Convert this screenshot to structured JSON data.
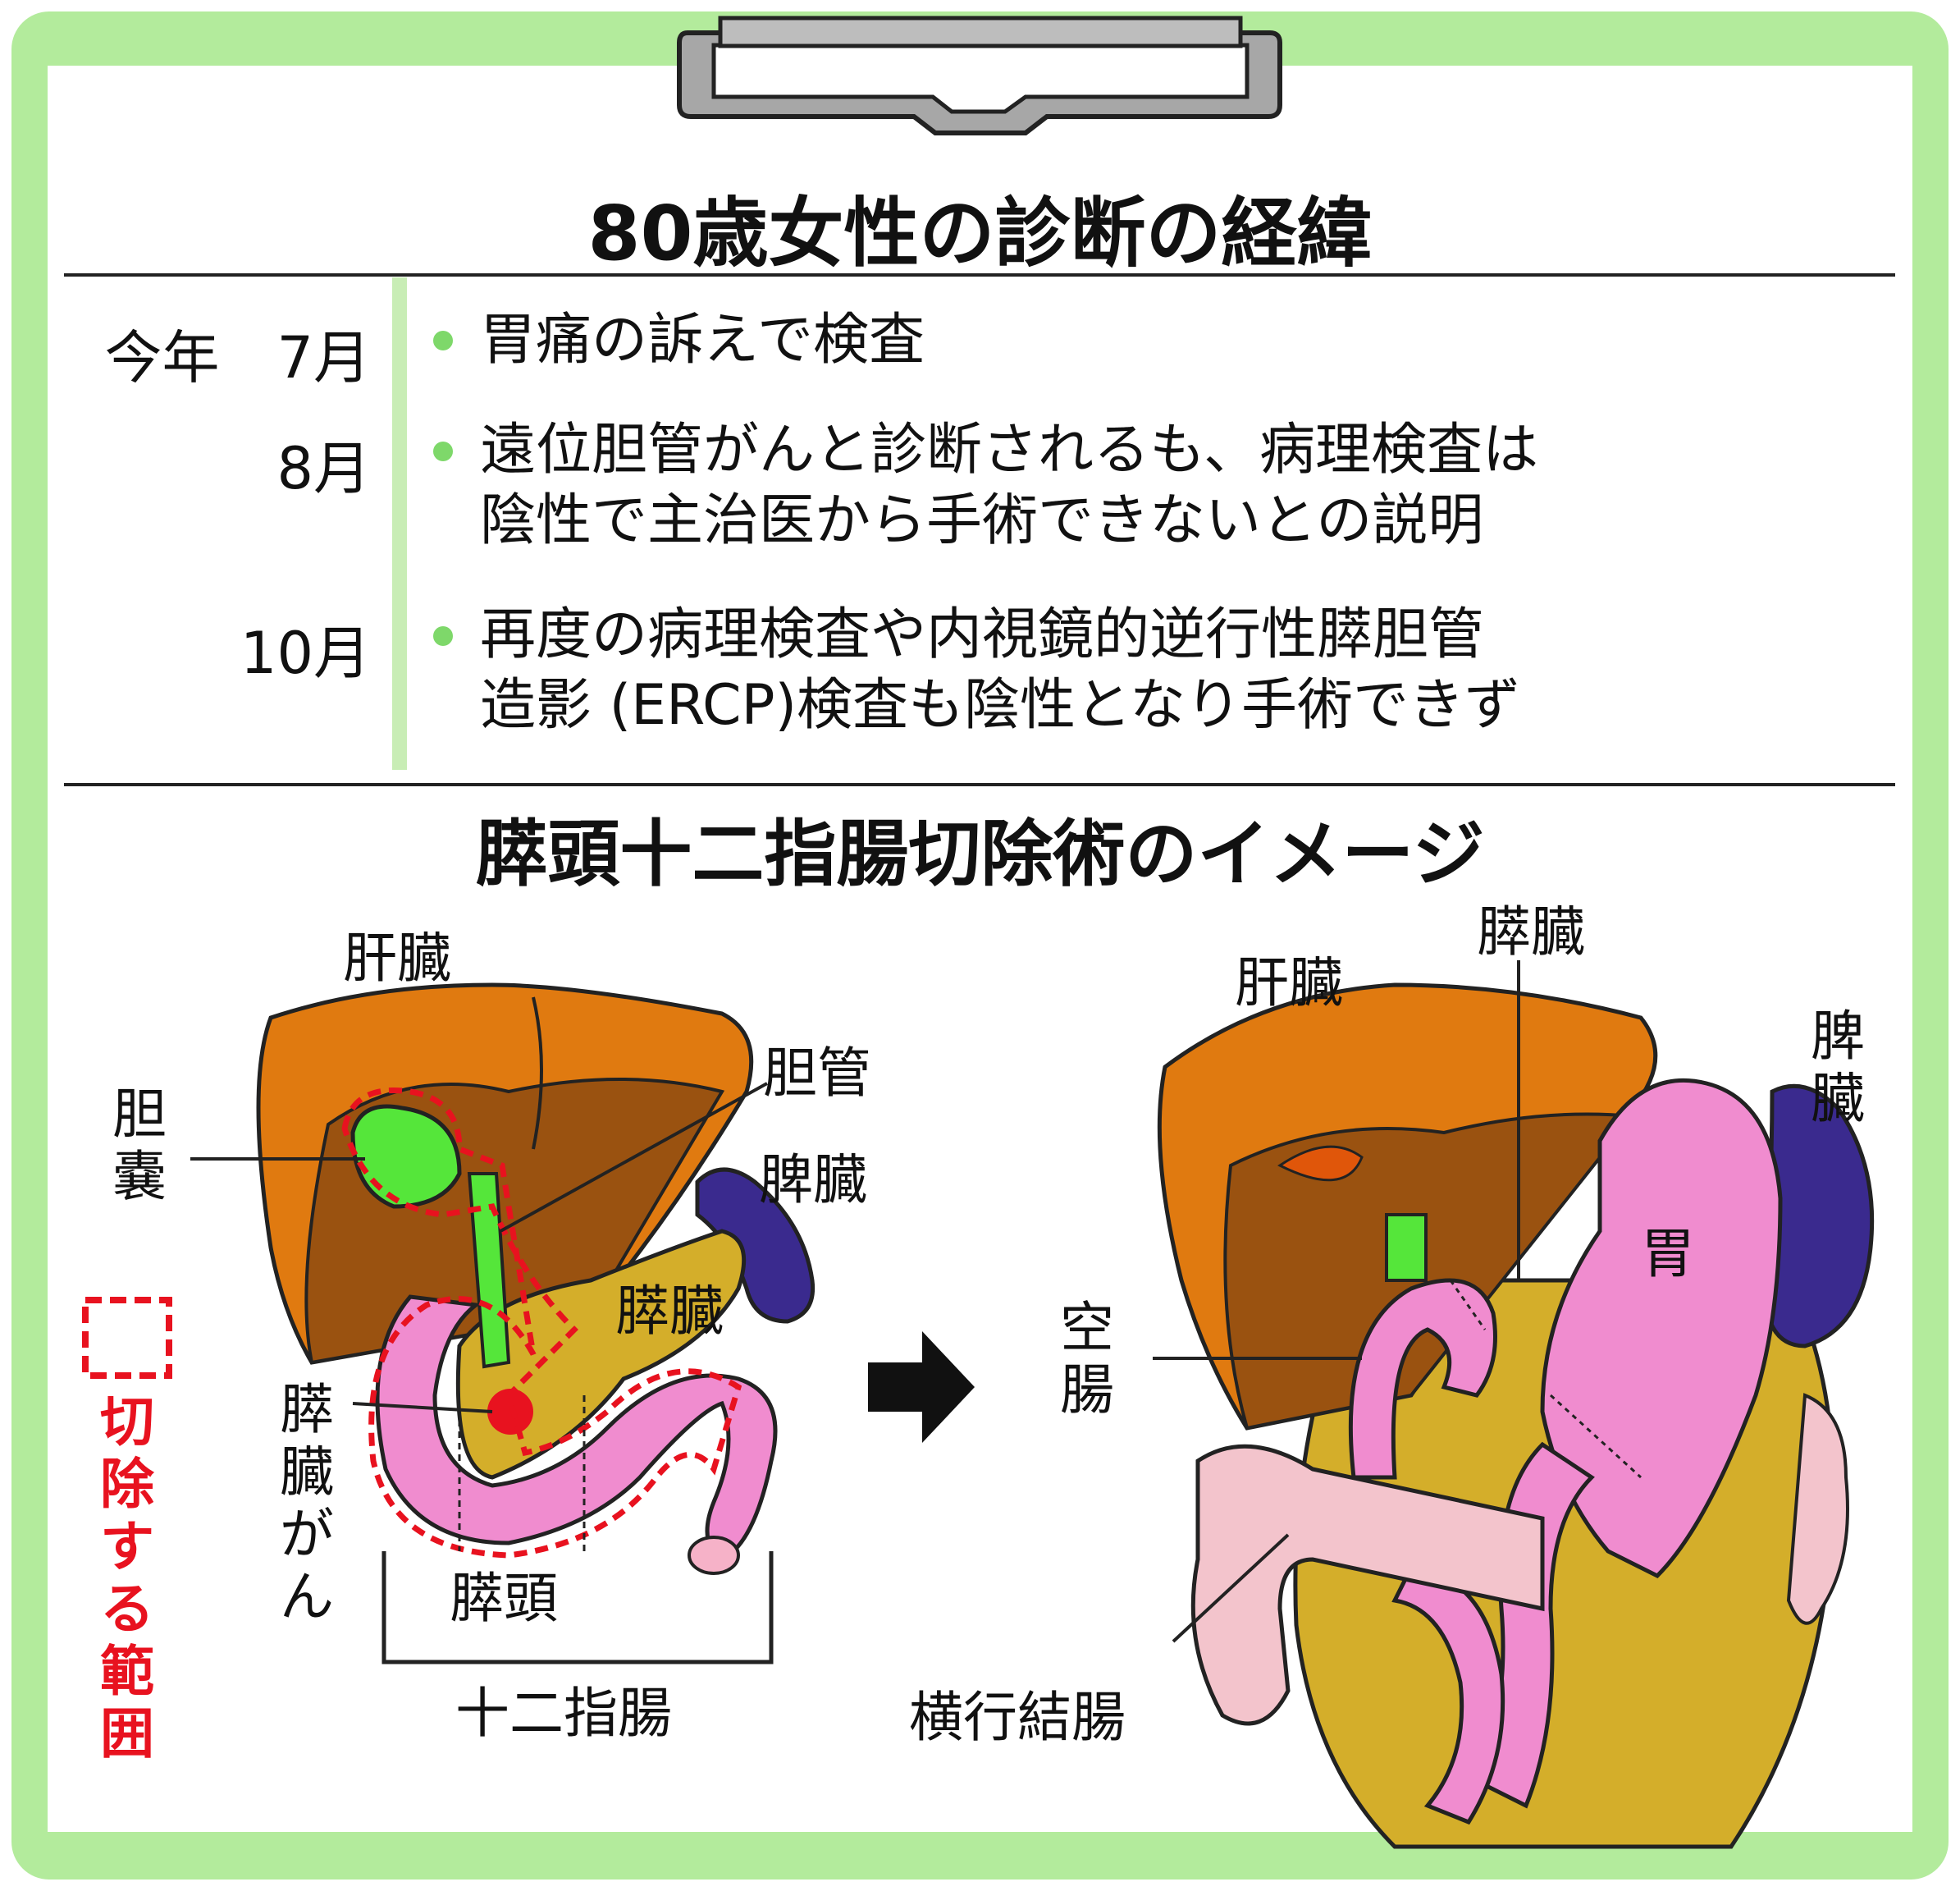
{
  "header": {
    "title": "80歳女性の診断の経緯"
  },
  "timeline": [
    {
      "date": "今年　7月",
      "lines": [
        "胃痛の訴えで検査"
      ]
    },
    {
      "date": "8月",
      "lines": [
        "遠位胆管がんと診断されるも、病理検査は",
        "陰性で主治医から手術できないとの説明"
      ]
    },
    {
      "date": "10月",
      "lines": [
        "再度の病理検査や内視鏡的逆行性膵胆管",
        "造影 (ERCP)検査も陰性となり手術できず"
      ]
    }
  ],
  "section2": {
    "title": "膵頭十二指腸切除術のイメージ"
  },
  "before": {
    "liver": "肝臓",
    "gallbladder": "胆嚢",
    "bile_duct": "胆管",
    "spleen": "脾臓",
    "pancreas": "膵臓",
    "pancreatic_cancer": "膵臓がん",
    "pancreas_head": "膵頭",
    "duodenum": "十二指腸"
  },
  "legend": {
    "label": "切除する範囲"
  },
  "after": {
    "liver": "肝臓",
    "pancreas": "膵臓",
    "spleen": "脾臓",
    "stomach": "胃",
    "jejunum": "空腸",
    "transverse_colon": "横行結腸"
  },
  "colors": {
    "frame": "#b3eb9c",
    "bullet": "#7ed86a",
    "liver": "#e07a10",
    "gallbladder": "#55e63a",
    "pancreas": "#d4ae2a",
    "duodenum": "#f08ccf",
    "spleen": "#3a2a8e",
    "cancer": "#e8121f",
    "colon": "#f3c4cc",
    "excision": "#e8121f"
  }
}
